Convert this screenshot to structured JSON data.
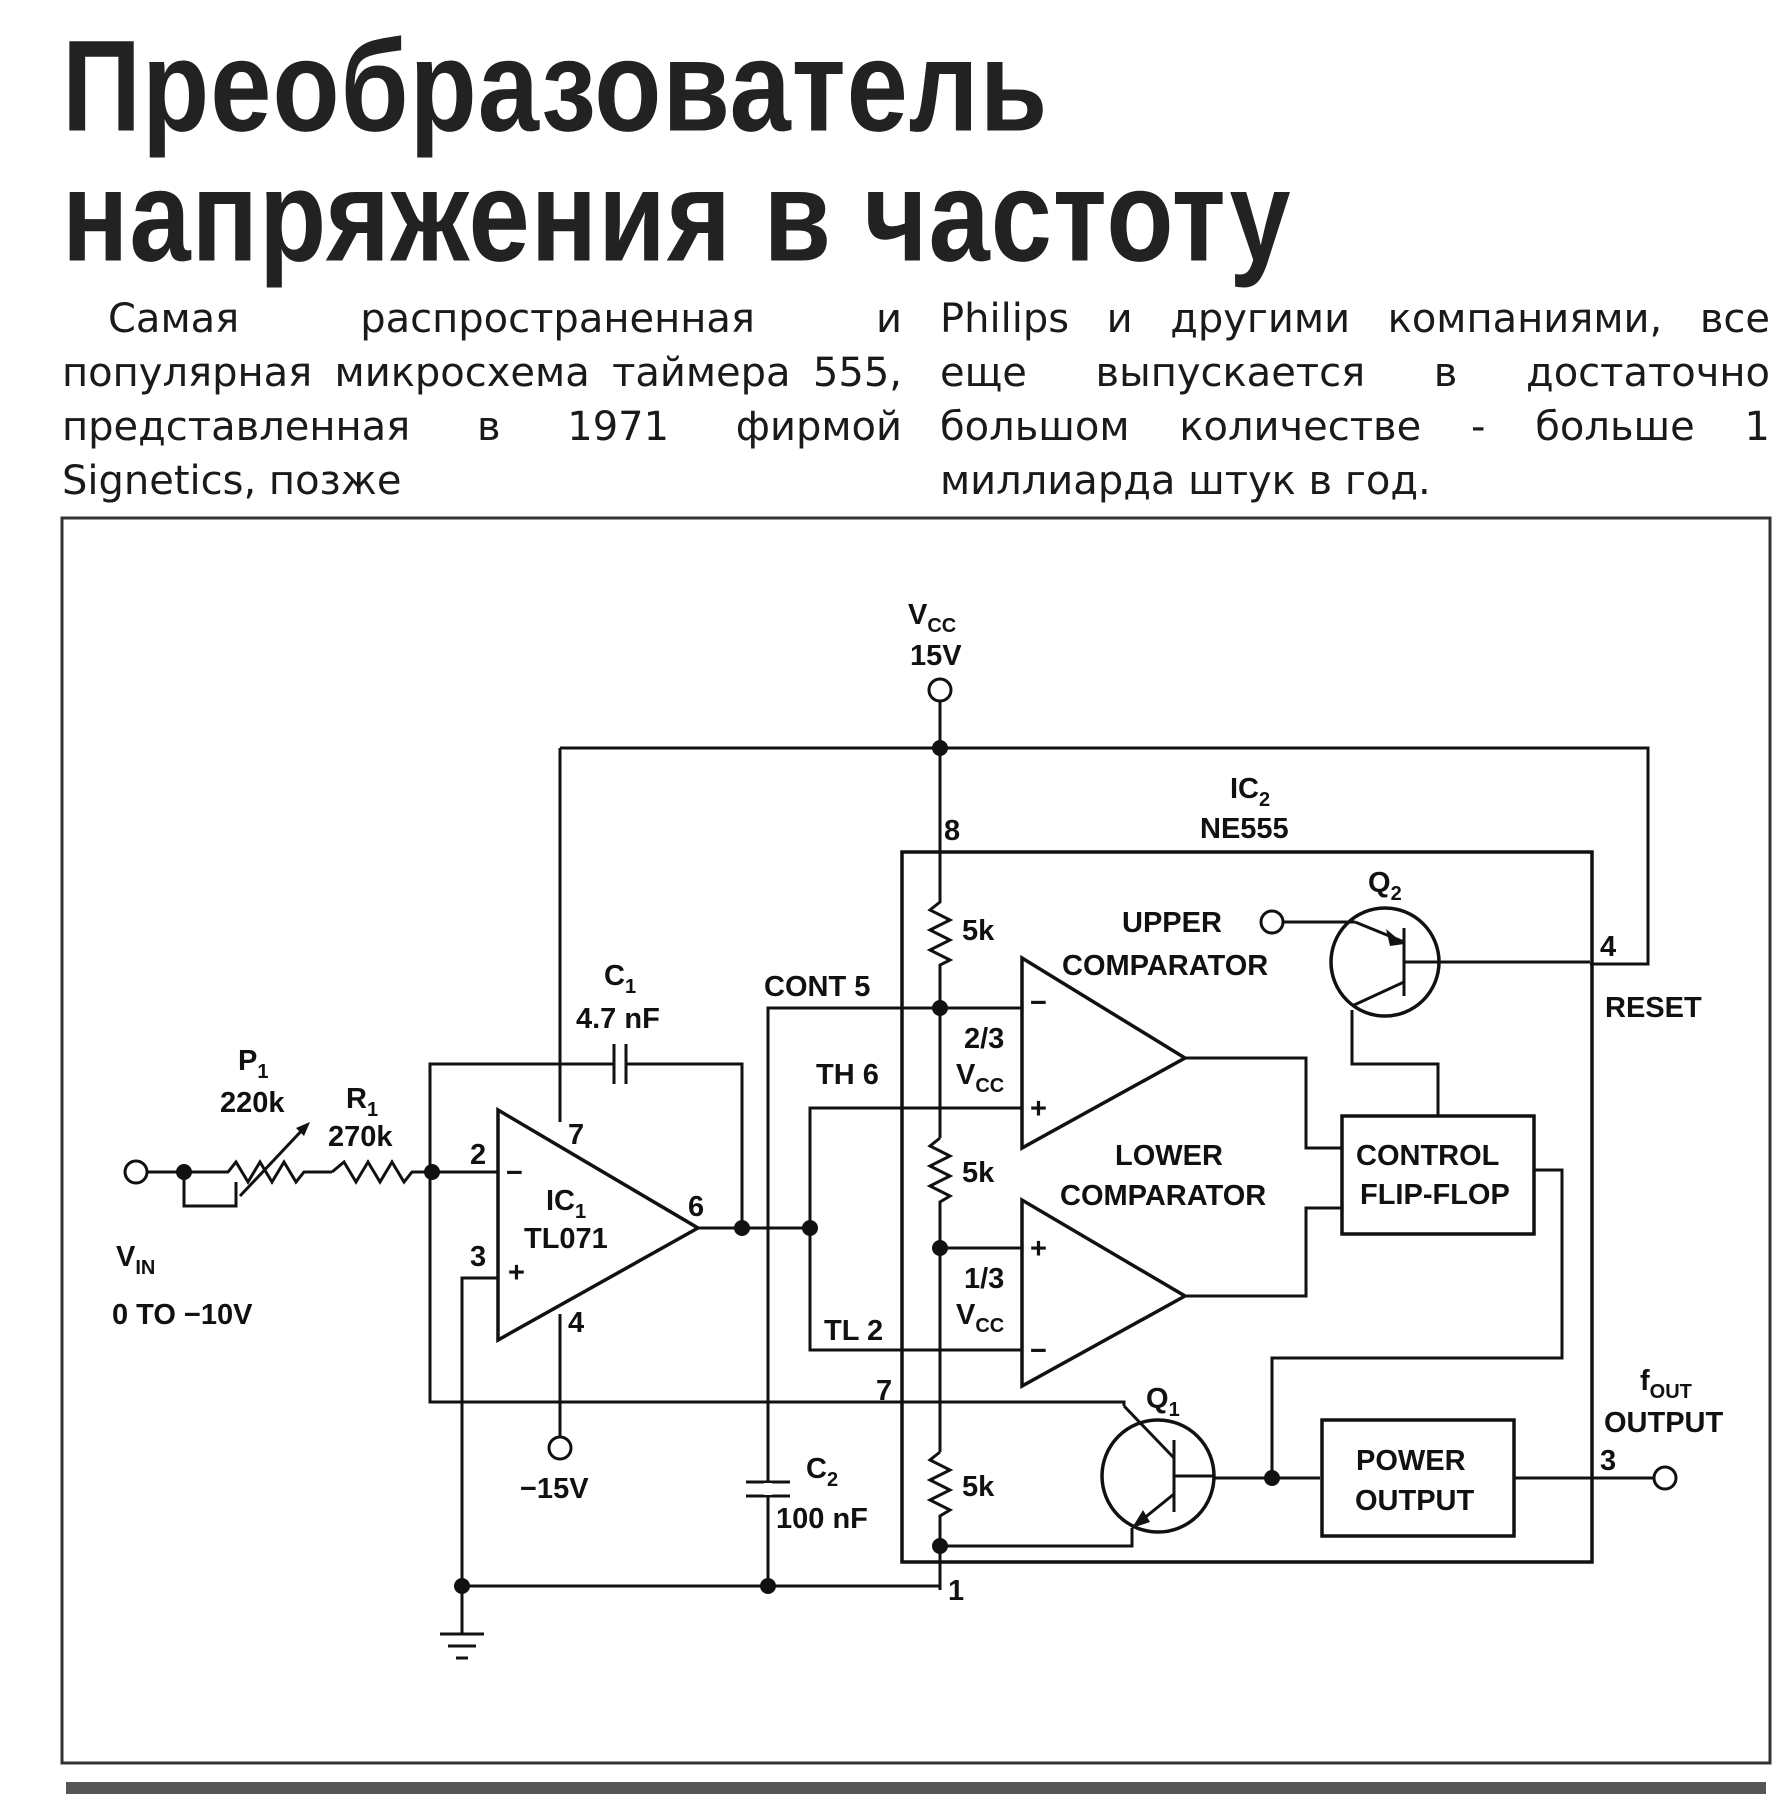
{
  "article": {
    "title_line1": "Преобразователь",
    "title_line2": "напряжения в частоту",
    "paragraph_left": "Самая распространенная и популярная микросхема таймера 555, представленная в 1971 фирмой Signetics, позже",
    "paragraph_right": "Philips и другими компаниями, все еще выпускается в достаточно большом количестве - больше 1 миллиарда штук в год."
  },
  "schematic": {
    "vcc_label": "V",
    "vcc_sub": "CC",
    "vcc_value": "15V",
    "ic2_label": "IC",
    "ic2_sub": "2",
    "ic2_part": "NE555",
    "pin8": "8",
    "pin4": "4",
    "reset": "RESET",
    "q2_label": "Q",
    "q2_sub": "2",
    "upper_label": "UPPER",
    "upper_comparator": "COMPARATOR",
    "lower_label": "LOWER",
    "lower_comparator": "COMPARATOR",
    "control_line1": "CONTROL",
    "control_line2": "FLIP-FLOP",
    "power_line1": "POWER",
    "power_line2": "OUTPUT",
    "res_top": "5k",
    "res_mid": "5k",
    "res_bot": "5k",
    "two_thirds": "2/3",
    "one_third": "1/3",
    "vcc_small": "V",
    "vcc_small_sub": "CC",
    "cont": "CONT 5",
    "th": "TH 6",
    "tl": "TL 2",
    "pin7_ic2": "7",
    "pin1": "1",
    "pin3": "3",
    "q1_label": "Q",
    "q1_sub": "1",
    "fout_label": "f",
    "fout_sub": "OUT",
    "output_label": "OUTPUT",
    "c1_label": "C",
    "c1_sub": "1",
    "c1_value": "4.7 nF",
    "c2_label": "C",
    "c2_sub": "2",
    "c2_value": "100 nF",
    "p1_label": "P",
    "p1_sub": "1",
    "p1_value": "220k",
    "r1_label": "R",
    "r1_sub": "1",
    "r1_value": "270k",
    "ic1_label": "IC",
    "ic1_sub": "1",
    "ic1_part": "TL071",
    "ic1_pin2": "2",
    "ic1_pin3": "3",
    "ic1_pin4": "4",
    "ic1_pin6": "6",
    "ic1_pin7": "7",
    "minus": "−",
    "plus": "+",
    "neg15": "−15V",
    "vin_label": "V",
    "vin_sub": "IN",
    "vin_range": "0 TO  −10V"
  }
}
